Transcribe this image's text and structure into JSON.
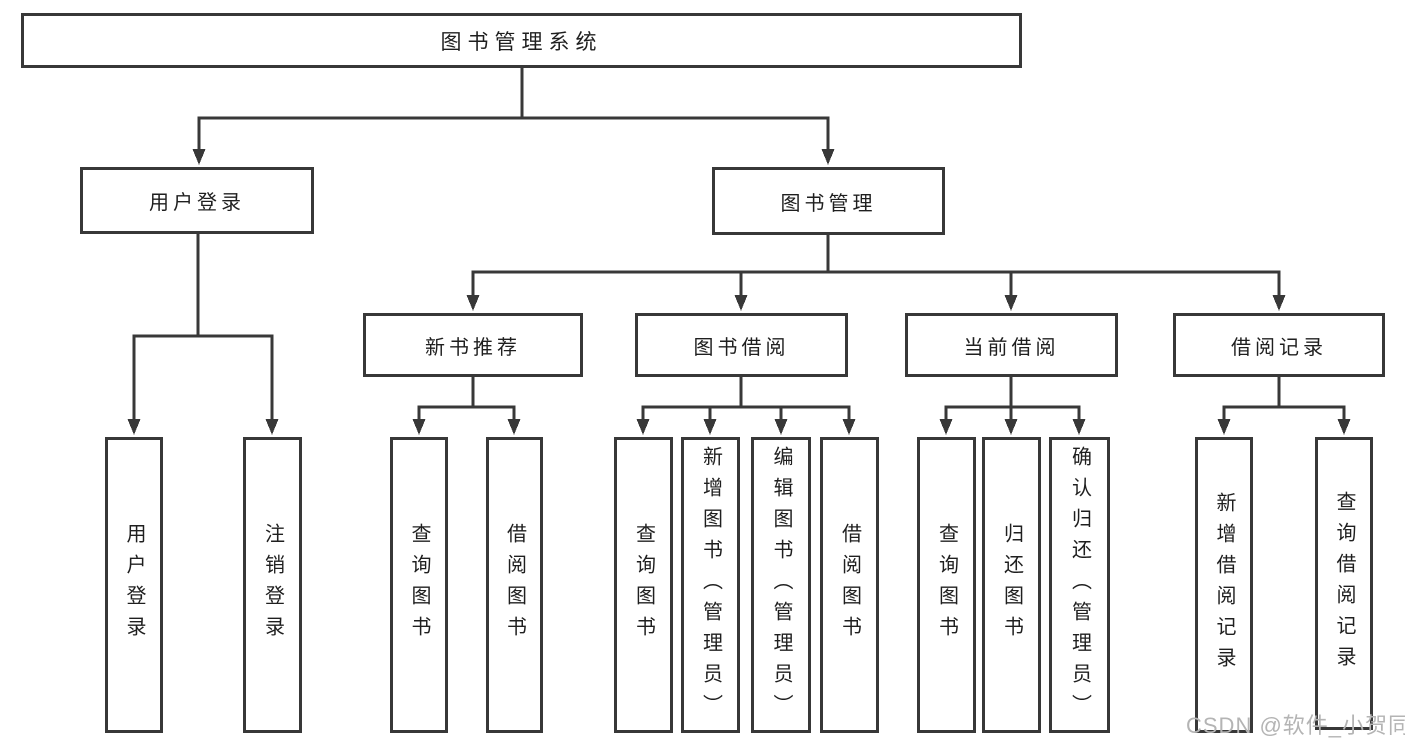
{
  "tree": {
    "label": "图书管理系统",
    "children": [
      {
        "label": "用户登录",
        "children": [
          {
            "label": "用户登录"
          },
          {
            "label": "注销登录"
          }
        ]
      },
      {
        "label": "图书管理",
        "children": [
          {
            "label": "新书推荐",
            "children": [
              {
                "label": "查询图书"
              },
              {
                "label": "借阅图书"
              }
            ]
          },
          {
            "label": "图书借阅",
            "children": [
              {
                "label": "查询图书"
              },
              {
                "label": "新增图书（管理员）"
              },
              {
                "label": "编辑图书（管理员）"
              },
              {
                "label": "借阅图书"
              }
            ]
          },
          {
            "label": "当前借阅",
            "children": [
              {
                "label": "查询图书"
              },
              {
                "label": "归还图书"
              },
              {
                "label": "确认归还（管理员）"
              }
            ]
          },
          {
            "label": "借阅记录",
            "children": [
              {
                "label": "新增借阅记录"
              },
              {
                "label": "查询借阅记录"
              }
            ]
          }
        ]
      }
    ]
  },
  "watermark": {
    "text": "CSDN @软件_小贺同学"
  },
  "colors": {
    "background": "#ffffff",
    "line": "#383838",
    "box_border": "#383838",
    "text": "#1f1f1f",
    "watermark_text": "#b4b4b4"
  }
}
